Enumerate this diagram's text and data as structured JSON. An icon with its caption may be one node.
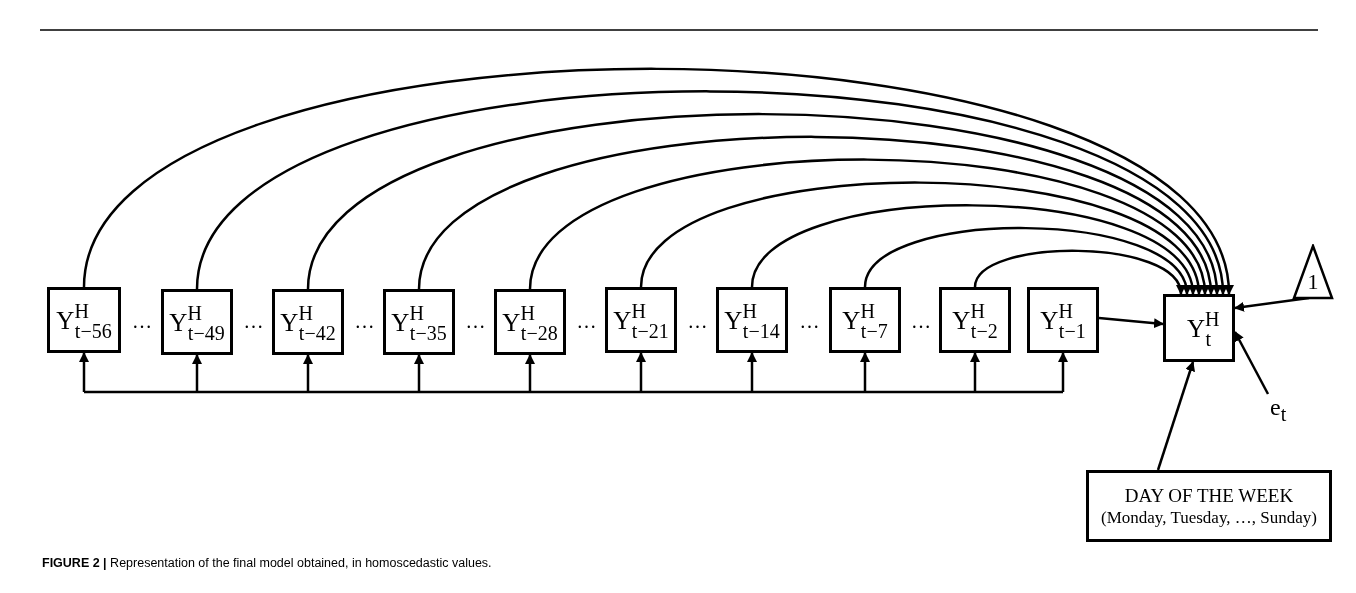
{
  "diagram": {
    "caption": "**FIGURE 2 |** Representation of the final model obtained, in homoscedastic values.",
    "nodes": [
      {
        "text": [
          "Y$^{H}$$_{t−56}$"
        ]
      },
      {
        "text": [
          "Y$^{H}$$_{t−49}$"
        ]
      },
      {
        "text": [
          "Y$^{H}$$_{t−42}$"
        ]
      },
      {
        "text": [
          "Y$^{H}$$_{t−35}$"
        ]
      },
      {
        "text": [
          "Y$^{H}$$_{t−28}$"
        ]
      },
      {
        "text": [
          "Y$^{H}$$_{t−21}$"
        ]
      },
      {
        "text": [
          "Y$^{H}$$_{t−14}$"
        ]
      },
      {
        "text": [
          "Y$^{H}$$_{t−7}$"
        ]
      },
      {
        "text": [
          "Y$^{H}$$_{t−2}$"
        ]
      },
      {
        "text": [
          "Y$^{H}$$_{t−1}$"
        ]
      },
      {
        "text": [
          "Y$^{H}$$_{t}$"
        ]
      },
      {
        "text": [
          "1"
        ]
      },
      {
        "text": [
          "e$_{t}$"
        ]
      },
      {
        "text": [
          "DAY OF THE WEEK",
          "(Monday, Tuesday, …, Sunday)"
        ]
      }
    ],
    "edges": [
      {
        "from": 0,
        "to": 10,
        "arrow": "to"
      },
      {
        "from": 1,
        "to": 10,
        "arrow": "to"
      },
      {
        "from": 2,
        "to": 10,
        "arrow": "to"
      },
      {
        "from": 3,
        "to": 10,
        "arrow": "to"
      },
      {
        "from": 4,
        "to": 10,
        "arrow": "to"
      },
      {
        "from": 5,
        "to": 10,
        "arrow": "to"
      },
      {
        "from": 6,
        "to": 10,
        "arrow": "to"
      },
      {
        "from": 7,
        "to": 10,
        "arrow": "to"
      },
      {
        "from": 8,
        "to": 10,
        "arrow": "to"
      },
      {
        "from": 9,
        "to": 10,
        "arrow": "to"
      },
      {
        "from": 11,
        "to": 10,
        "arrow": "to"
      },
      {
        "from": 12,
        "to": 10,
        "arrow": "to"
      },
      {
        "from": 13,
        "to": 10,
        "arrow": "to"
      },
      {
        "from": null,
        "to": 0,
        "arrow": "to"
      },
      {
        "from": null,
        "to": 1,
        "arrow": "to"
      },
      {
        "from": null,
        "to": 2,
        "arrow": "to"
      },
      {
        "from": null,
        "to": 3,
        "arrow": "to"
      },
      {
        "from": null,
        "to": 4,
        "arrow": "to"
      },
      {
        "from": null,
        "to": 5,
        "arrow": "to"
      },
      {
        "from": null,
        "to": 6,
        "arrow": "to"
      },
      {
        "from": null,
        "to": 7,
        "arrow": "to"
      },
      {
        "from": null,
        "to": 8,
        "arrow": "to"
      },
      {
        "from": null,
        "to": 9,
        "arrow": "to"
      }
    ],
    "labels": [
      "…",
      "…",
      "…",
      "…",
      "…",
      "…",
      "…",
      "…"
    ]
  }
}
